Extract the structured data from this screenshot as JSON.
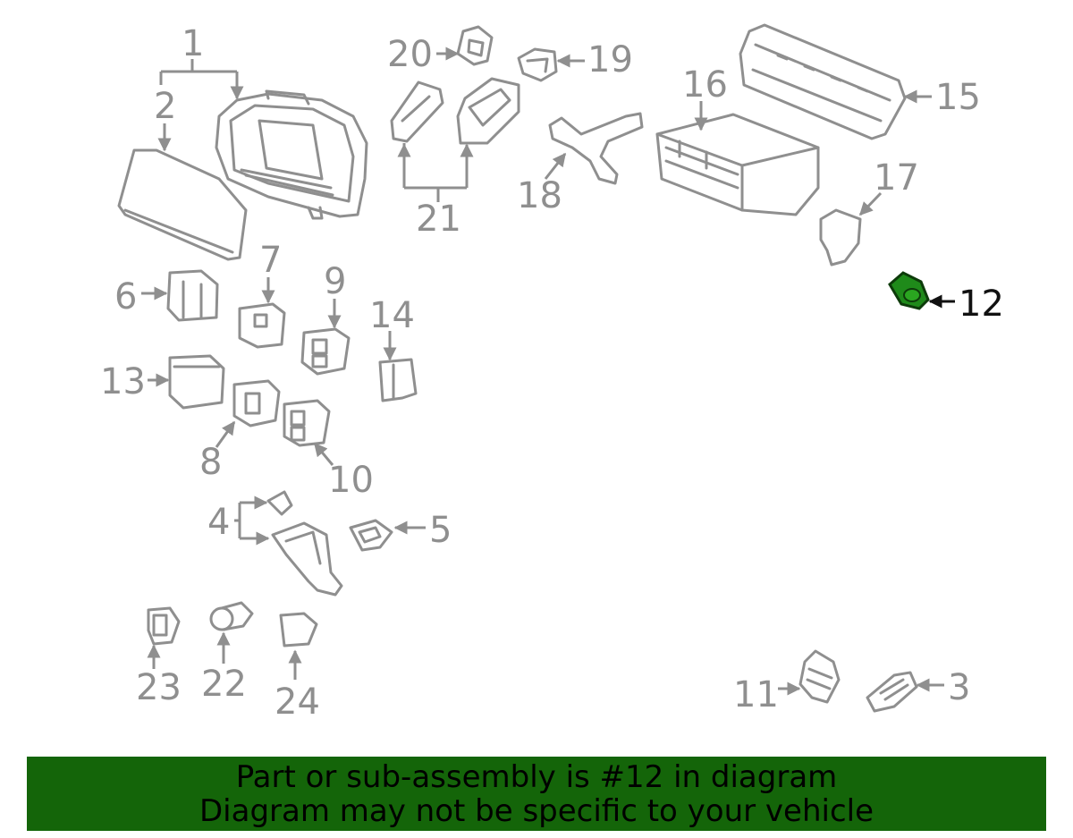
{
  "diagram": {
    "highlighted_part": "12",
    "highlight_color": "#1f8a1a",
    "callouts": {
      "c1": "1",
      "c2": "2",
      "c3": "3",
      "c4": "4",
      "c5": "5",
      "c6": "6",
      "c7": "7",
      "c8": "8",
      "c9": "9",
      "c10": "10",
      "c11": "11",
      "c12": "12",
      "c13": "13",
      "c14": "14",
      "c15": "15",
      "c16": "16",
      "c17": "17",
      "c18": "18",
      "c19": "19",
      "c20": "20",
      "c21": "21",
      "c22": "22",
      "c23": "23",
      "c24": "24"
    }
  },
  "banner": {
    "line1": "Part or sub-assembly is #12 in diagram",
    "line2": "Diagram may not be specific to your vehicle",
    "background": "#146509"
  }
}
